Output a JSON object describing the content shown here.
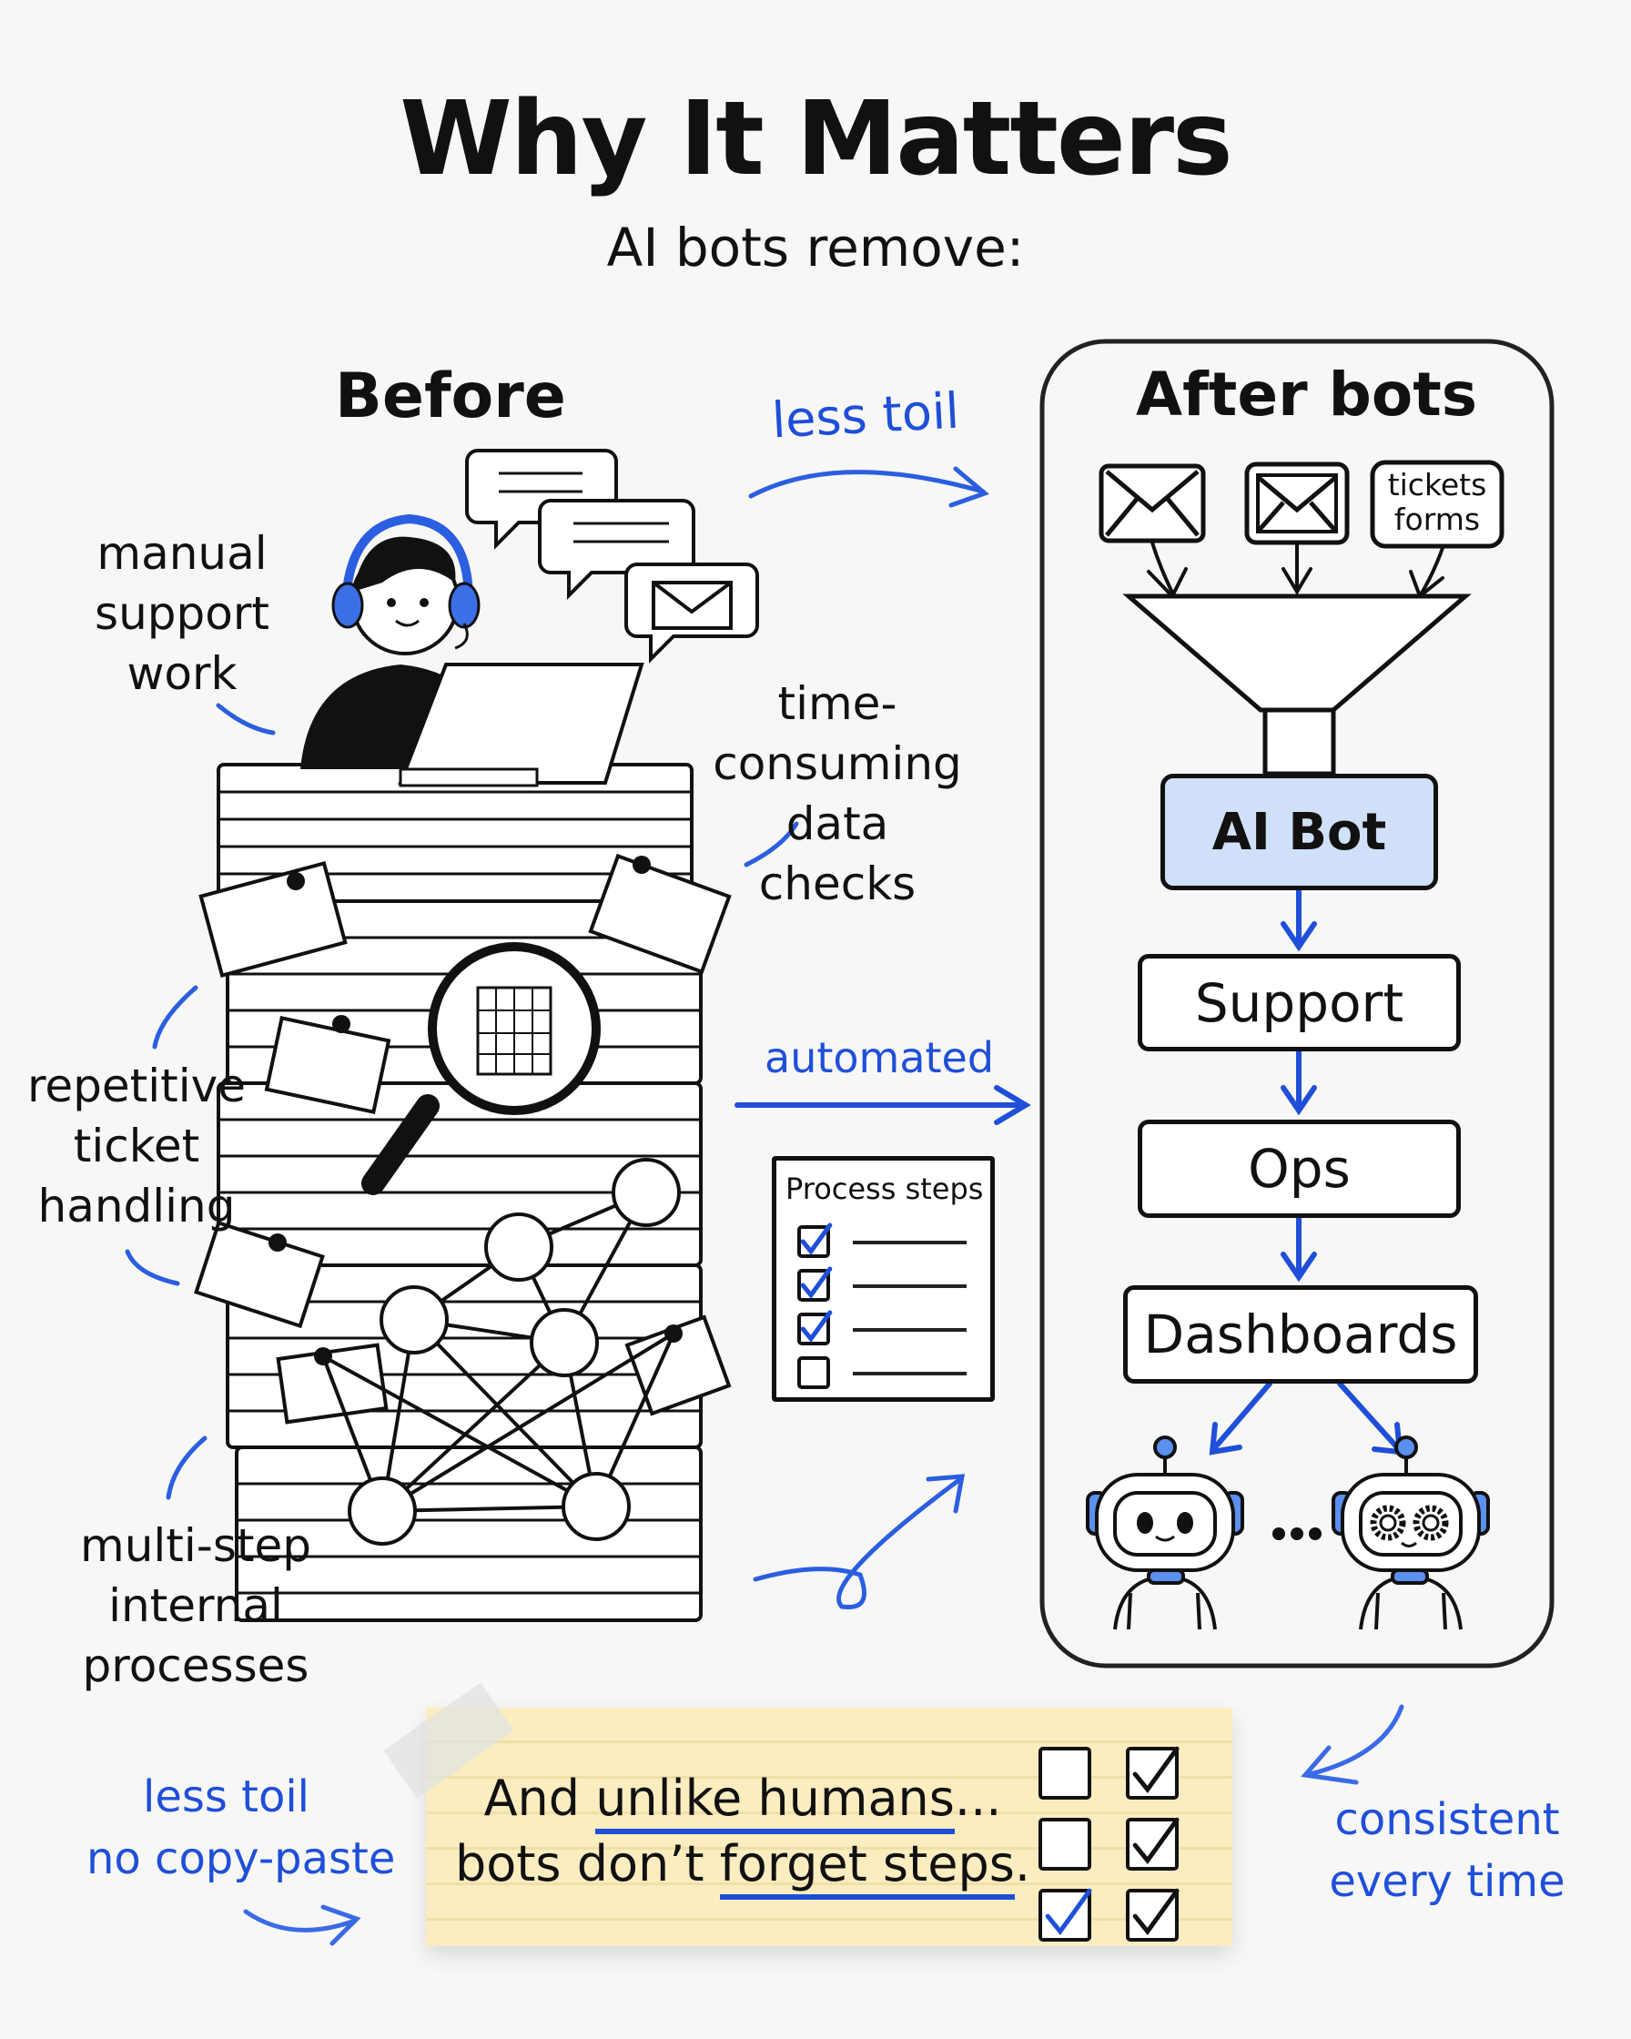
{
  "title": "Why It Matters",
  "subtitle": "AI bots remove:",
  "before": {
    "heading": "Before",
    "labels": {
      "manual": [
        "manual",
        "support",
        "work"
      ],
      "data_checks": [
        "time-consuming",
        "data",
        "checks"
      ],
      "repetitive": [
        "repetitive",
        "ticket",
        "handling"
      ],
      "multistep": [
        "multi-step",
        "internal",
        "processes"
      ]
    },
    "process_steps": {
      "title": "Process steps",
      "items": [
        {
          "checked": true
        },
        {
          "checked": true
        },
        {
          "checked": true
        },
        {
          "checked": false
        }
      ]
    }
  },
  "arrows": {
    "less_toil": "less toil",
    "automated": "automated"
  },
  "after": {
    "heading": "After bots",
    "inputs": [
      "email-1",
      "email-2",
      "tickets forms"
    ],
    "inputs_text": {
      "line1": "tickets",
      "line2": "forms"
    },
    "flow": [
      "AI Bot",
      "Support",
      "Ops",
      "Dashboards"
    ],
    "ellipsis": "..."
  },
  "note": {
    "line1_pre": "And ",
    "line1_ul": "unlike humans",
    "line1_post": "...",
    "line2_pre": "bots don’t ",
    "line2_ul": "forget steps",
    "line2_post": ".",
    "checkboxes": {
      "left_column": [
        false,
        false,
        true
      ],
      "right_column": [
        true,
        true,
        true
      ]
    }
  },
  "side_notes": {
    "left": [
      "less toil",
      "no copy-paste"
    ],
    "right": [
      "consistent",
      "every time"
    ]
  },
  "colors": {
    "accent_blue": "#1f4fd8",
    "ai_bot_fill": "#cfe0f8",
    "note_yellow": "#fbedbf",
    "ink": "#111111"
  }
}
